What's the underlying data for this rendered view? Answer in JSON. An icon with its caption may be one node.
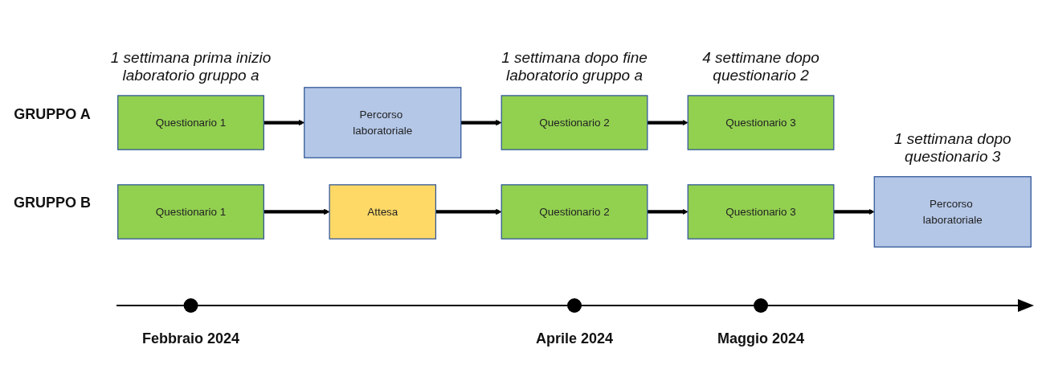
{
  "diagram": {
    "nodes": [
      {
        "text": [
          "Questionario 1"
        ]
      },
      {
        "text": [
          "Percorso laboratoriale"
        ]
      },
      {
        "text": [
          "Questionario 2"
        ]
      },
      {
        "text": [
          "Questionario 3"
        ]
      },
      {
        "text": [
          "Questionario 1"
        ]
      },
      {
        "text": [
          "Attesa"
        ]
      },
      {
        "text": [
          "Questionario 2"
        ]
      },
      {
        "text": [
          "Questionario 3"
        ]
      },
      {
        "text": [
          "Percorso laboratoriale"
        ]
      }
    ],
    "edges": [
      {
        "from": 0,
        "to": 1,
        "arrow": "to"
      },
      {
        "from": 1,
        "to": 2,
        "arrow": "to"
      },
      {
        "from": 2,
        "to": 3,
        "arrow": "to"
      },
      {
        "from": 4,
        "to": 5,
        "arrow": "to"
      },
      {
        "from": 5,
        "to": 6,
        "arrow": "to"
      },
      {
        "from": 6,
        "to": 7,
        "arrow": "to"
      },
      {
        "from": 7,
        "to": 8,
        "arrow": "to"
      }
    ],
    "labels": [
      "1 settimana prima inizio laboratorio gruppo a",
      "1 settimana dopo fine laboratorio gruppo a",
      "4 settimane dopo questionario 2",
      "1 settimana dopo questionario 3",
      "GRUPPO A",
      "GRUPPO B",
      "Febbraio 2024",
      "Aprile 2024",
      "Maggio 2024"
    ]
  }
}
